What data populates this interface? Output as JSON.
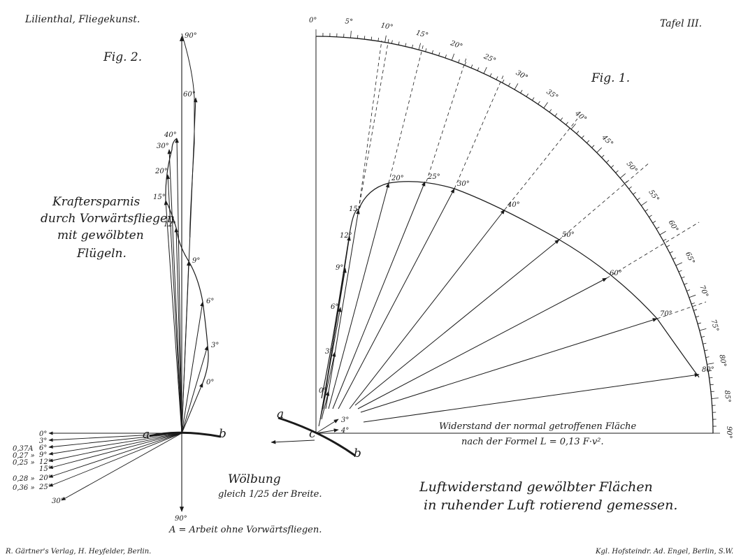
{
  "header": {
    "left": "Lilienthal, Fliegekunst.",
    "right": "Tafel III."
  },
  "fig2": {
    "label": "Fig. 2.",
    "caption": [
      "Kraftersparnis",
      "durch Vorwärtsfliegen",
      "mit gewölbten",
      "Flügeln."
    ],
    "a": "a",
    "b": "b",
    "top_angle": "90°",
    "bottom_angle": "90°",
    "curve_labels": [
      "0°",
      "3°",
      "6°",
      "9°",
      "12°",
      "15°",
      "20°",
      "30°",
      "40°",
      "60°"
    ],
    "fan_labels": [
      {
        "value": "",
        "angle": "0°"
      },
      {
        "value": "",
        "angle": "3°"
      },
      {
        "value": "0,37A",
        "angle": "6°"
      },
      {
        "value": "0,27 »",
        "angle": "9°"
      },
      {
        "value": "0,25 »",
        "angle": "12°"
      },
      {
        "value": "",
        "angle": "15°"
      },
      {
        "value": "0,28 »",
        "angle": "20°"
      },
      {
        "value": "0,36 »",
        "angle": "25°"
      },
      {
        "value": "",
        "angle": "30°"
      }
    ],
    "woelbung": [
      "Wölbung",
      "gleich 1/25 der Breite."
    ],
    "arbeit_note": "A = Arbeit ohne Vorwärtsfliegen."
  },
  "fig1": {
    "label": "Fig. 1.",
    "a": "a",
    "b": "b",
    "c": "c",
    "scale_labels": [
      "0°",
      "5°",
      "10°",
      "15°",
      "20°",
      "25°",
      "30°",
      "35°",
      "40°",
      "45°",
      "50°",
      "55°",
      "60°",
      "65°",
      "70°",
      "75°",
      "80°",
      "85°",
      "90°"
    ],
    "curve_labels": [
      "0°",
      "3°",
      "6°",
      "9°",
      "12°",
      "15°",
      "20°",
      "25°",
      "30°",
      "40°",
      "50°",
      "60°",
      "70°",
      "80°"
    ],
    "low_labels": [
      "3°",
      "4°"
    ],
    "base_note": [
      "Widerstand der normal getroffenen Fläche",
      "nach der Formel  L = 0,13 F·v²."
    ],
    "title": [
      "Luftwiderstand gewölbter Flächen",
      "in ruhender Luft rotierend gemessen."
    ]
  },
  "footer": {
    "left": "R. Gärtner's Verlag, H. Heyfelder, Berlin.",
    "right": "Kgl. Hofsteindr. Ad. Engel, Berlin, S.W."
  },
  "colors": {
    "ink": "#1a1a1a",
    "paper": "#ffffff"
  }
}
